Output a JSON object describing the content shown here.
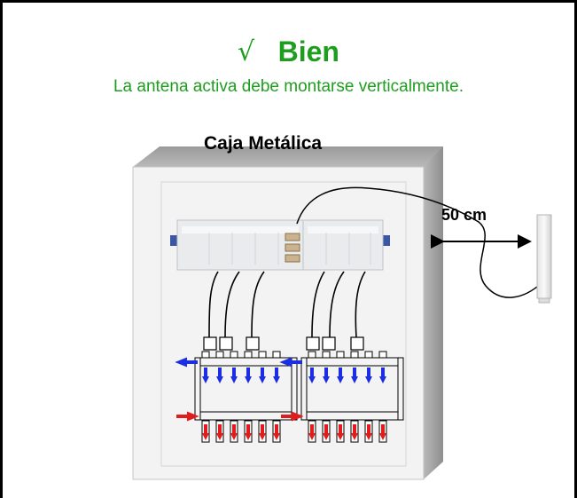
{
  "header": {
    "check_symbol": "√",
    "title": "Bien",
    "subtitle": "La antena activa debe montarse verticalmente."
  },
  "diagram": {
    "box_label": "Caja Metálica",
    "distance_label": "50 cm"
  },
  "colors": {
    "title_green": "#1e9e1e",
    "flow_supply": "#e21b1b",
    "flow_return": "#1b2ee2",
    "box_face": "#f2f2f2",
    "box_side": "#a8a8a8"
  },
  "icons": [
    "check-icon",
    "antenna-icon",
    "double-arrow-icon",
    "valve-actuator-icon",
    "flow-arrow-icon"
  ]
}
